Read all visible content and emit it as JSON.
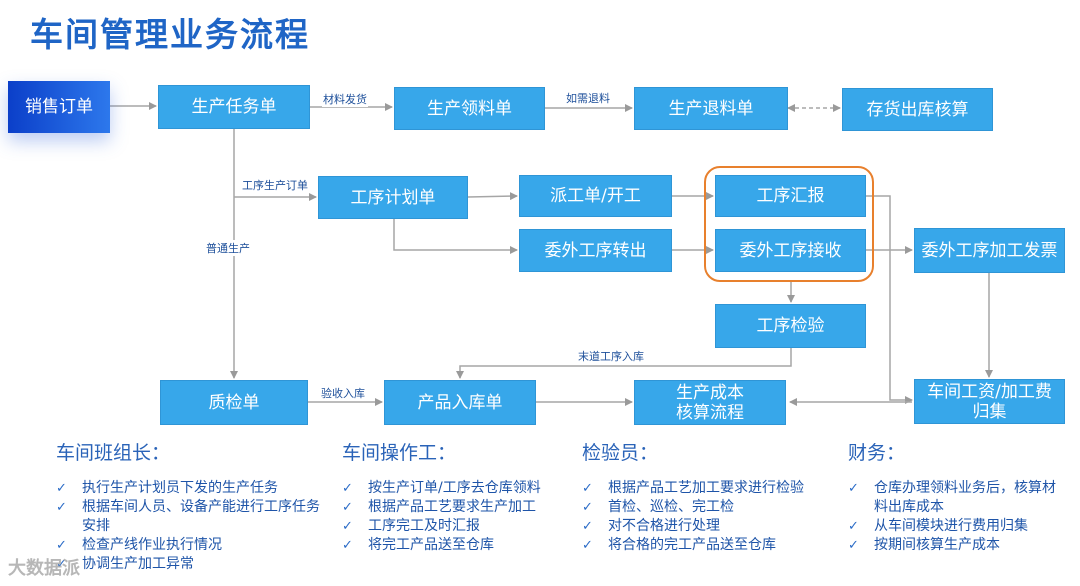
{
  "title": "车间管理业务流程",
  "nodes": {
    "sales_order": "销售订单",
    "production_task": "生产任务单",
    "material_requisition": "生产领料单",
    "material_return": "生产退料单",
    "inventory_cost": "存货出库核算",
    "process_plan": "工序计划单",
    "dispatch": "派工单/开工",
    "process_report": "工序汇报",
    "outsource_out": "委外工序转出",
    "outsource_receive": "委外工序接收",
    "outsource_invoice": "委外工序加工发票",
    "process_inspection": "工序检验",
    "quality_check": "质检单",
    "product_inbound": "产品入库单",
    "cost_accounting": "生产成本核算流程",
    "wage_collection": "车间工资/加工费归集"
  },
  "edge_labels": {
    "material_issue": "材料发货",
    "return_if_needed": "如需退料",
    "process_order": "工序生产订单",
    "normal_production": "普通生产",
    "last_process_inbound": "末道工序入库",
    "inspect_inbound": "验收入库"
  },
  "roles": [
    {
      "title": "车间班组长：",
      "items": [
        "执行生产计划员下发的生产任务",
        "根据车间人员、设备产能进行工序任务安排",
        "检查产线作业执行情况",
        "协调生产加工异常"
      ]
    },
    {
      "title": "车间操作工：",
      "items": [
        "按生产订单/工序去仓库领料",
        "根据产品工艺要求生产加工",
        "工序完工及时汇报",
        "将完工产品送至仓库"
      ]
    },
    {
      "title": "检验员：",
      "items": [
        "根据产品工艺加工要求进行检验",
        "首检、巡检、完工检",
        "对不合格进行处理",
        "将合格的完工产品送至仓库"
      ]
    },
    {
      "title": "财务：",
      "items": [
        "仓库办理领料业务后，核算材料出库成本",
        "从车间模块进行费用归集",
        "按期间核算生产成本"
      ]
    }
  ],
  "watermark": "大数据派",
  "colors": {
    "accent": "#1f65c6",
    "node": "#37a7ea",
    "highlight": "#e8802d"
  }
}
